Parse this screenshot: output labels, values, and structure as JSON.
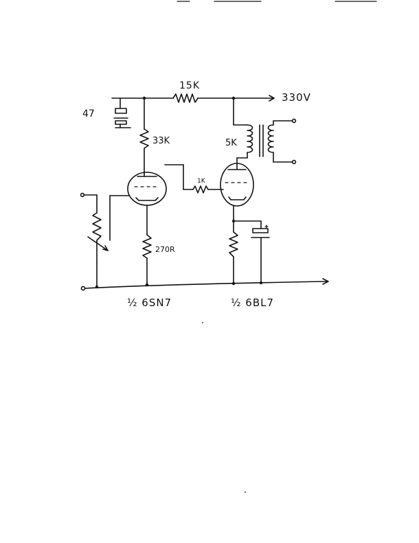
{
  "schematic": {
    "labels": {
      "r_15k": "15K",
      "supply": "330V",
      "cap_47": "47",
      "r_33k": "33K",
      "r_5k": "5K",
      "r_1k": "1K",
      "r_270": "270R",
      "tube1": "½ 6SN7",
      "tube2": "½ 6BL7"
    }
  }
}
